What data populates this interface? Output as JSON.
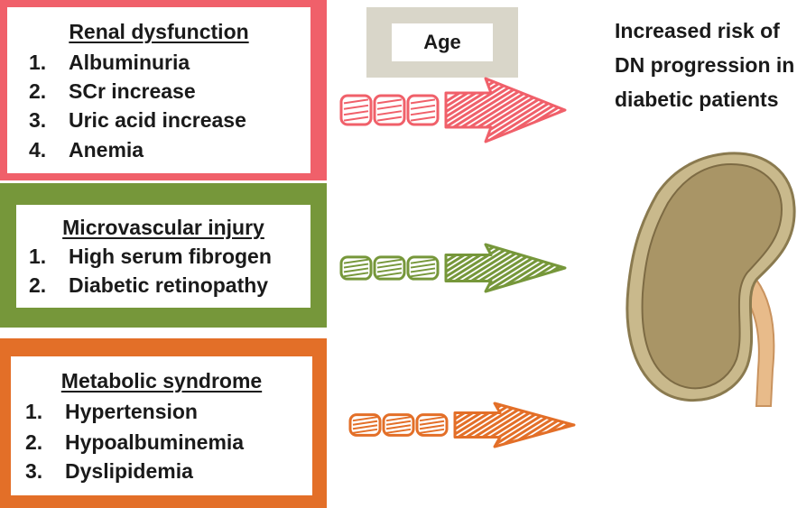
{
  "colors": {
    "renal": "#f0606a",
    "microvascular": "#76973a",
    "metabolic": "#e36f28",
    "age_box": "#d9d6c9",
    "kidney_fill": "#a99566",
    "kidney_rim": "#c9b98c",
    "ureter": "#e8bb8a"
  },
  "panels": [
    {
      "id": "renal",
      "title": "Renal dysfunction",
      "items": [
        {
          "num": "1.",
          "label": "Albuminuria"
        },
        {
          "num": "2.",
          "label": "SCr increase"
        },
        {
          "num": "3.",
          "label": "Uric acid increase"
        },
        {
          "num": "4.",
          "label": "Anemia"
        }
      ]
    },
    {
      "id": "microvascular",
      "title": "Microvascular injury",
      "items": [
        {
          "num": "1.",
          "label": "High serum fibrogen"
        },
        {
          "num": "2.",
          "label": "Diabetic retinopathy"
        }
      ]
    },
    {
      "id": "metabolic",
      "title": "Metabolic syndrome",
      "items": [
        {
          "num": "1.",
          "label": "Hypertension"
        },
        {
          "num": "2.",
          "label": "Hypoalbuminemia"
        },
        {
          "num": "3.",
          "label": "Dyslipidemia"
        }
      ]
    }
  ],
  "age": {
    "label": "Age"
  },
  "outcome": {
    "lines": [
      "Increased risk of",
      "DN progression in",
      "diabetic patients"
    ]
  },
  "icons": {
    "arrows": [
      "striped-arrow-icon",
      "striped-arrow-icon",
      "striped-arrow-icon"
    ],
    "organ": "kidney-icon"
  }
}
